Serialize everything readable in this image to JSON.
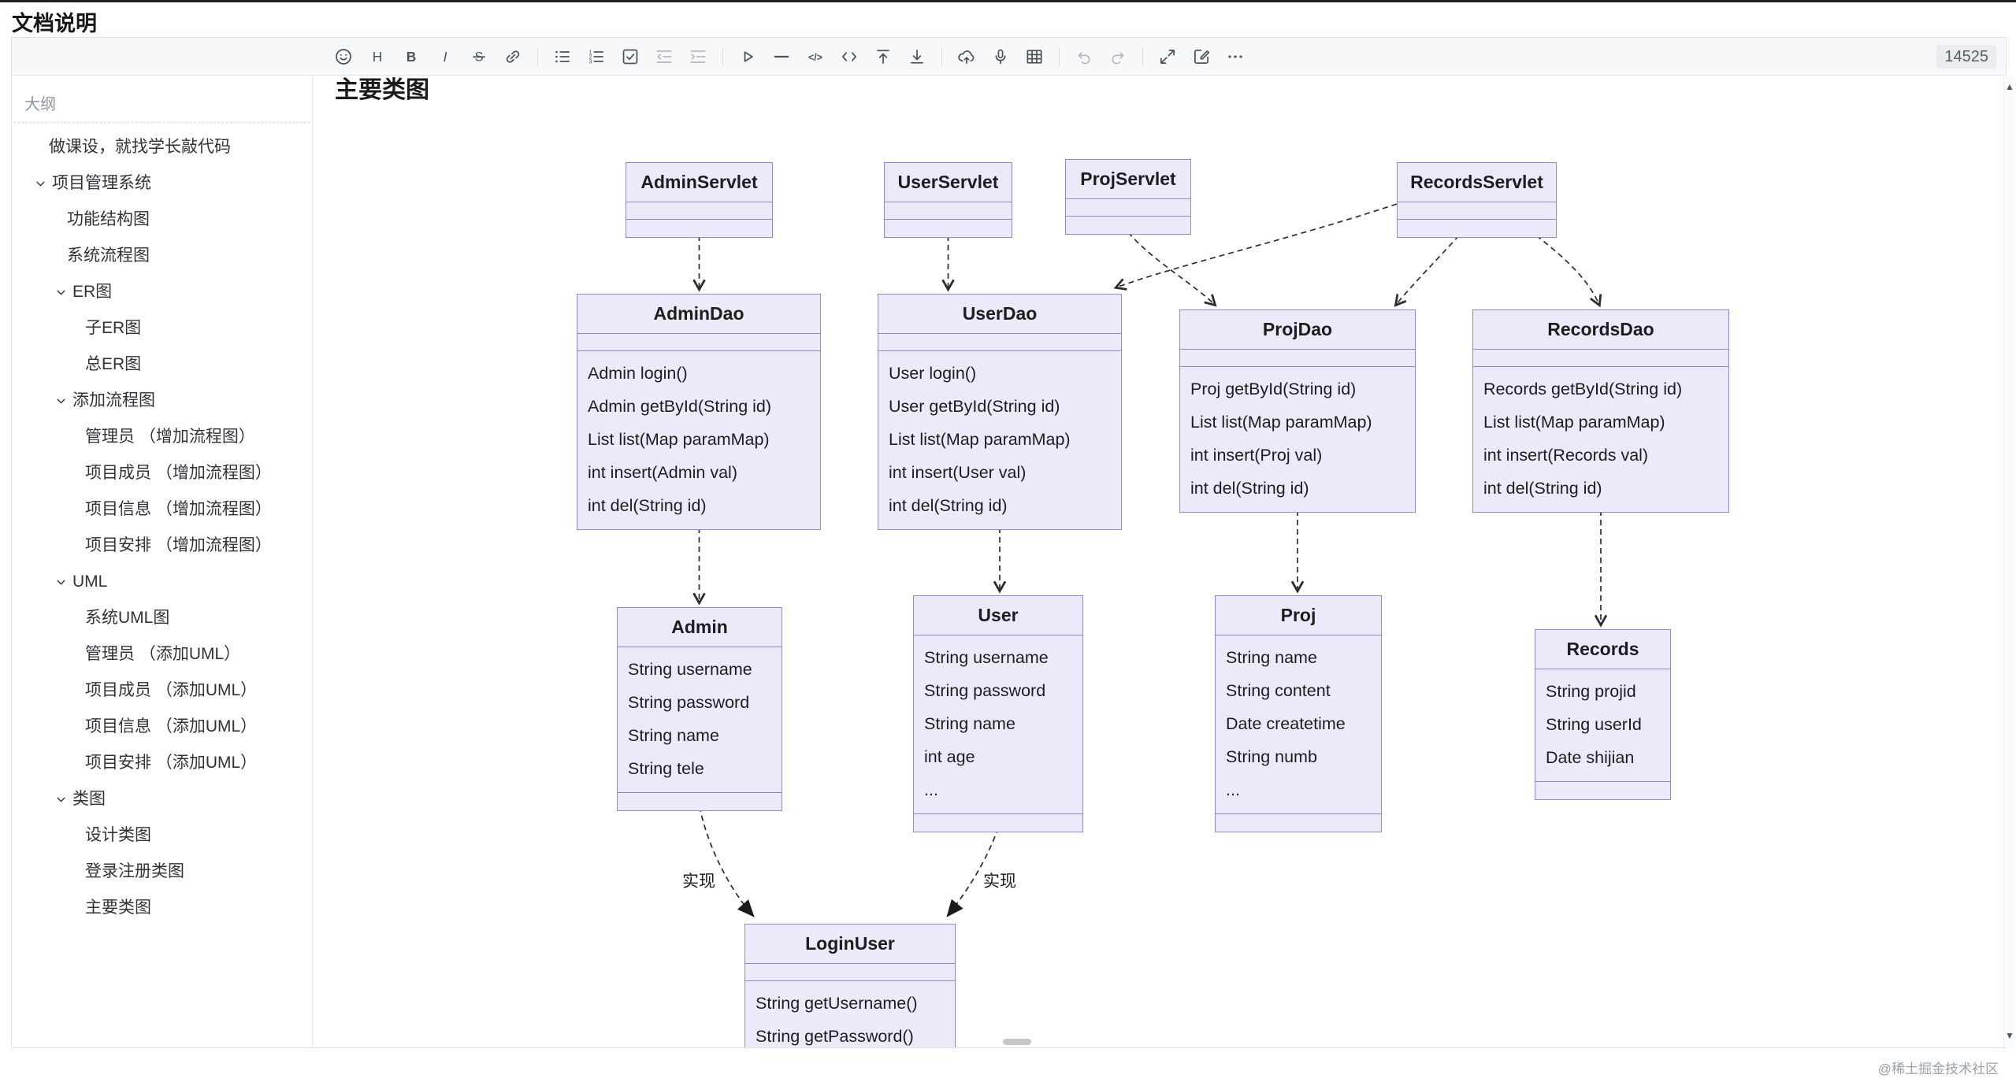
{
  "window": {
    "title": "文档说明"
  },
  "editor": {
    "word_count": "14525"
  },
  "toolbar": {
    "groups": [
      [
        "emoji",
        "heading",
        "bold",
        "italic",
        "strikethrough",
        "link"
      ],
      [
        "bullet-list",
        "ordered-list",
        "task-list",
        "outdent",
        "indent"
      ],
      [
        "play",
        "horizontal-rule",
        "code-block",
        "inline-code",
        "to-top",
        "to-bottom"
      ],
      [
        "cloud-upload",
        "microphone",
        "table"
      ],
      [
        "undo",
        "redo"
      ],
      [
        "fullscreen",
        "edit",
        "more"
      ]
    ],
    "disabled": [
      "outdent",
      "indent",
      "undo",
      "redo"
    ]
  },
  "sidebar": {
    "header": "大纲",
    "items": [
      {
        "label": "做课设，就找学长敲代码",
        "level": 1,
        "chevron": false
      },
      {
        "label": "项目管理系统",
        "level": 1,
        "chevron": true
      },
      {
        "label": "功能结构图",
        "level": 2,
        "chevron": false
      },
      {
        "label": "系统流程图",
        "level": 2,
        "chevron": false
      },
      {
        "label": "ER图",
        "level": 2,
        "chevron": true
      },
      {
        "label": "子ER图",
        "level": 3,
        "chevron": false
      },
      {
        "label": "总ER图",
        "level": 3,
        "chevron": false
      },
      {
        "label": "添加流程图",
        "level": 2,
        "chevron": true
      },
      {
        "label": "管理员 （增加流程图）",
        "level": 3,
        "chevron": false
      },
      {
        "label": "项目成员 （增加流程图）",
        "level": 3,
        "chevron": false
      },
      {
        "label": "项目信息 （增加流程图）",
        "level": 3,
        "chevron": false
      },
      {
        "label": "项目安排 （增加流程图）",
        "level": 3,
        "chevron": false
      },
      {
        "label": "UML",
        "level": 2,
        "chevron": true
      },
      {
        "label": "系统UML图",
        "level": 3,
        "chevron": false
      },
      {
        "label": "管理员 （添加UML）",
        "level": 3,
        "chevron": false
      },
      {
        "label": "项目成员 （添加UML）",
        "level": 3,
        "chevron": false
      },
      {
        "label": "项目信息 （添加UML）",
        "level": 3,
        "chevron": false
      },
      {
        "label": "项目安排 （添加UML）",
        "level": 3,
        "chevron": false
      },
      {
        "label": "类图",
        "level": 2,
        "chevron": true
      },
      {
        "label": "设计类图",
        "level": 3,
        "chevron": false
      },
      {
        "label": "登录注册类图",
        "level": 3,
        "chevron": false
      },
      {
        "label": "主要类图",
        "level": 3,
        "chevron": false
      }
    ]
  },
  "doc": {
    "heading": "主要类图"
  },
  "diagram": {
    "colors": {
      "box_fill": "#ECEAF9",
      "box_border": "#9487CB",
      "line": "#2d2d2d"
    },
    "classes": [
      {
        "name": "AdminServlet",
        "attributes": [],
        "methods": []
      },
      {
        "name": "UserServlet",
        "attributes": [],
        "methods": []
      },
      {
        "name": "ProjServlet",
        "attributes": [],
        "methods": []
      },
      {
        "name": "RecordsServlet",
        "attributes": [],
        "methods": []
      },
      {
        "name": "AdminDao",
        "attributes": [],
        "methods": [
          "Admin login()",
          "Admin getById(String id)",
          "List list(Map paramMap)",
          "int insert(Admin val)",
          "int del(String id)"
        ]
      },
      {
        "name": "UserDao",
        "attributes": [],
        "methods": [
          "User login()",
          "User getById(String id)",
          "List list(Map paramMap)",
          "int insert(User val)",
          "int del(String id)"
        ]
      },
      {
        "name": "ProjDao",
        "attributes": [],
        "methods": [
          "Proj getById(String id)",
          "List list(Map paramMap)",
          "int insert(Proj val)",
          "int del(String id)"
        ]
      },
      {
        "name": "RecordsDao",
        "attributes": [],
        "methods": [
          "Records getById(String id)",
          "List list(Map paramMap)",
          "int insert(Records val)",
          "int del(String id)"
        ]
      },
      {
        "name": "Admin",
        "attributes": [
          "String username",
          "String password",
          "String name",
          "String tele"
        ],
        "methods": []
      },
      {
        "name": "User",
        "attributes": [
          "String username",
          "String password",
          "String name",
          "int age",
          "..."
        ],
        "methods": []
      },
      {
        "name": "Proj",
        "attributes": [
          "String name",
          "String content",
          "Date createtime",
          "String numb",
          "..."
        ],
        "methods": []
      },
      {
        "name": "Records",
        "attributes": [
          "String projid",
          "String userId",
          "Date shijian"
        ],
        "methods": []
      },
      {
        "name": "LoginUser",
        "attributes": [],
        "methods": [
          "String getUsername()",
          "String getPassword()"
        ]
      }
    ],
    "edges": [
      {
        "from": "AdminServlet",
        "to": "AdminDao",
        "type": "dependency"
      },
      {
        "from": "UserServlet",
        "to": "UserDao",
        "type": "dependency"
      },
      {
        "from": "ProjServlet",
        "to": "ProjDao",
        "type": "dependency"
      },
      {
        "from": "RecordsServlet",
        "to": "UserDao",
        "type": "dependency"
      },
      {
        "from": "RecordsServlet",
        "to": "ProjDao",
        "type": "dependency"
      },
      {
        "from": "RecordsServlet",
        "to": "RecordsDao",
        "type": "dependency"
      },
      {
        "from": "AdminDao",
        "to": "Admin",
        "type": "dependency"
      },
      {
        "from": "UserDao",
        "to": "User",
        "type": "dependency"
      },
      {
        "from": "ProjDao",
        "to": "Proj",
        "type": "dependency"
      },
      {
        "from": "RecordsDao",
        "to": "Records",
        "type": "dependency"
      },
      {
        "from": "Admin",
        "to": "LoginUser",
        "type": "realization",
        "label": "实现"
      },
      {
        "from": "User",
        "to": "LoginUser",
        "type": "realization",
        "label": "实现"
      }
    ]
  },
  "scrollbar": {
    "up_icon": "▲",
    "down_icon": "▼"
  },
  "footer": {
    "watermark": "@稀土掘金技术社区"
  }
}
